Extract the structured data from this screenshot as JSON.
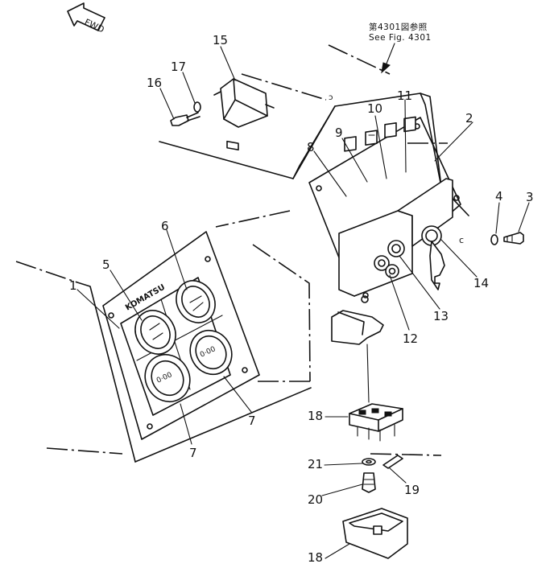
{
  "direction_marker": "FWD",
  "reference_note": {
    "line1": "第4301図参照",
    "line2": "See Fig. 4301"
  },
  "panel_brand": "KOMATSU",
  "gauge_face_text": "0·00",
  "callouts": [
    {
      "id": "c1",
      "text": "1"
    },
    {
      "id": "c2",
      "text": "2"
    },
    {
      "id": "c3",
      "text": "3"
    },
    {
      "id": "c4",
      "text": "4"
    },
    {
      "id": "c5",
      "text": "5"
    },
    {
      "id": "c6",
      "text": "6"
    },
    {
      "id": "c7a",
      "text": "7"
    },
    {
      "id": "c7b",
      "text": "7"
    },
    {
      "id": "c8",
      "text": "8"
    },
    {
      "id": "c9",
      "text": "9"
    },
    {
      "id": "c10",
      "text": "10"
    },
    {
      "id": "c11",
      "text": "11"
    },
    {
      "id": "c12",
      "text": "12"
    },
    {
      "id": "c13",
      "text": "13"
    },
    {
      "id": "c14",
      "text": "14"
    },
    {
      "id": "c15",
      "text": "15"
    },
    {
      "id": "c16",
      "text": "16"
    },
    {
      "id": "c17",
      "text": "17"
    },
    {
      "id": "c18a",
      "text": "18"
    },
    {
      "id": "c18b",
      "text": "18"
    },
    {
      "id": "c19",
      "text": "19"
    },
    {
      "id": "c20",
      "text": "20"
    },
    {
      "id": "c21",
      "text": "21"
    }
  ]
}
